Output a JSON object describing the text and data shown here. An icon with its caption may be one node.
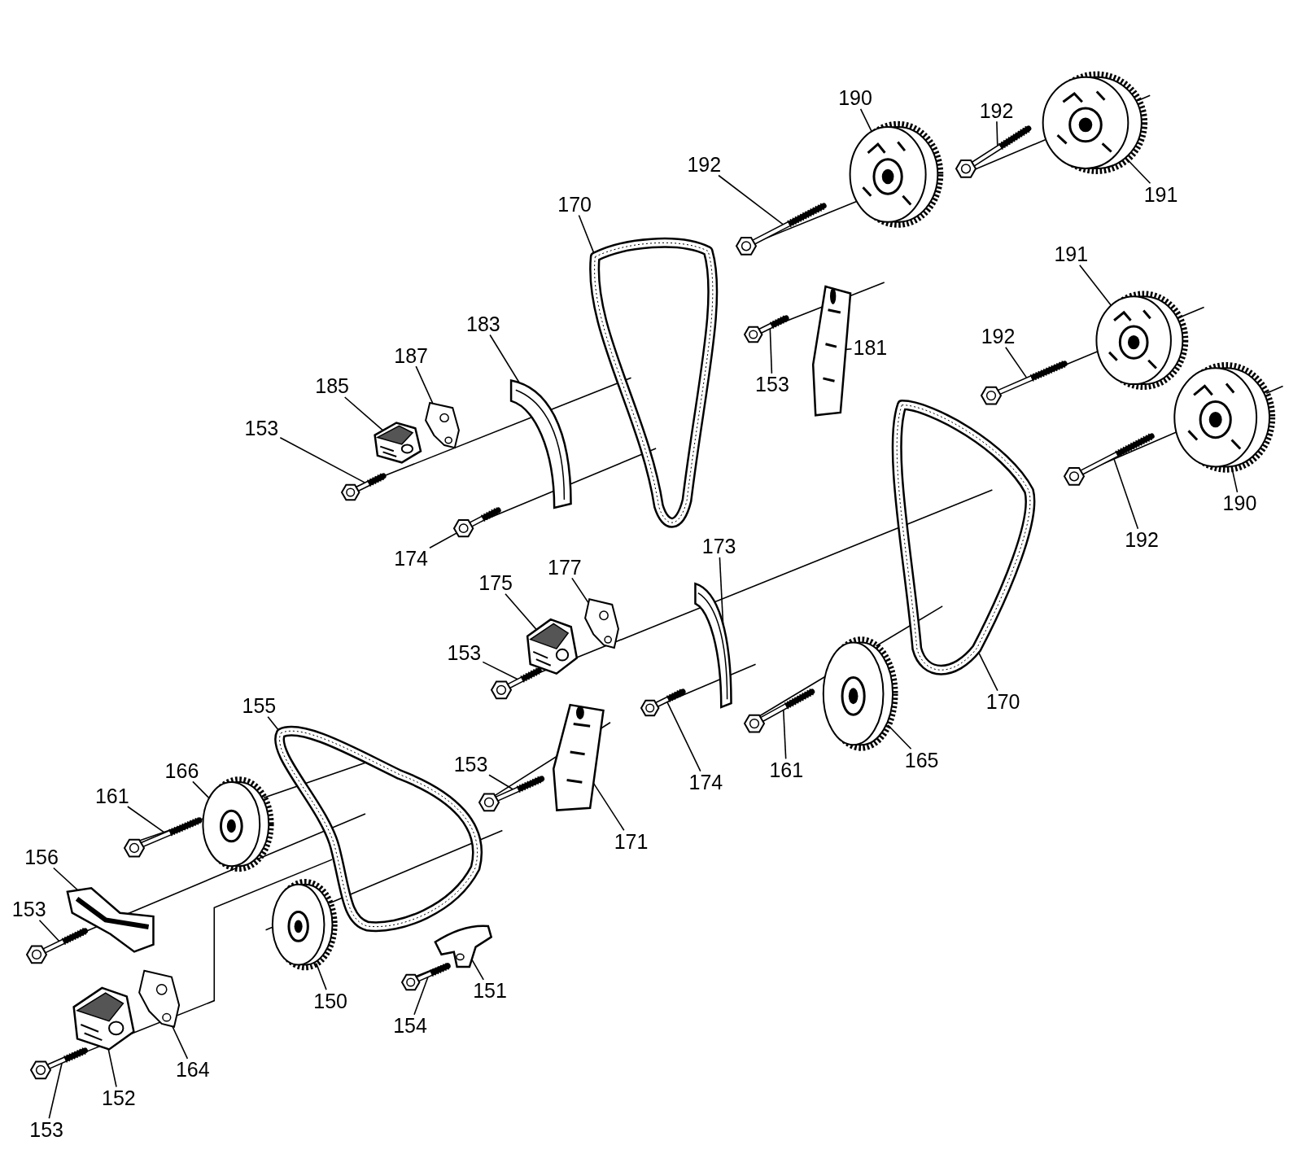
{
  "diagram": {
    "nodes": [
      {
        "text": [
          "190"
        ]
      },
      {
        "text": [
          "192"
        ]
      },
      {
        "text": [
          "192"
        ]
      },
      {
        "text": [
          "191"
        ]
      },
      {
        "text": [
          "170"
        ]
      },
      {
        "text": [
          "191"
        ]
      },
      {
        "text": [
          "183"
        ]
      },
      {
        "text": [
          "153"
        ]
      },
      {
        "text": [
          "181"
        ]
      },
      {
        "text": [
          "187"
        ]
      },
      {
        "text": [
          "192"
        ]
      },
      {
        "text": [
          "185"
        ]
      },
      {
        "text": [
          "153"
        ]
      },
      {
        "text": [
          "174"
        ]
      },
      {
        "text": [
          "190"
        ]
      },
      {
        "text": [
          "192"
        ]
      },
      {
        "text": [
          "173"
        ]
      },
      {
        "text": [
          "177"
        ]
      },
      {
        "text": [
          "175"
        ]
      },
      {
        "text": [
          "153"
        ]
      },
      {
        "text": [
          "170"
        ]
      },
      {
        "text": [
          "155"
        ]
      },
      {
        "text": [
          "174"
        ]
      },
      {
        "text": [
          "161"
        ]
      },
      {
        "text": [
          "165"
        ]
      },
      {
        "text": [
          "153"
        ]
      },
      {
        "text": [
          "166"
        ]
      },
      {
        "text": [
          "161"
        ]
      },
      {
        "text": [
          "171"
        ]
      },
      {
        "text": [
          "156"
        ]
      },
      {
        "text": [
          "153"
        ]
      },
      {
        "text": [
          "150"
        ]
      },
      {
        "text": [
          "151"
        ]
      },
      {
        "text": [
          "154"
        ]
      },
      {
        "text": [
          "164"
        ]
      },
      {
        "text": [
          "152"
        ]
      },
      {
        "text": [
          "153"
        ]
      },
      {
        "text": [],
        "shape": "picture"
      },
      {
        "text": [],
        "shape": "picture"
      },
      {
        "text": [],
        "shape": "picture"
      },
      {
        "text": [],
        "shape": "picture"
      },
      {
        "text": [],
        "shape": "picture"
      },
      {
        "text": [],
        "shape": "picture"
      },
      {
        "text": [],
        "shape": "picture"
      },
      {
        "text": [],
        "shape": "picture"
      },
      {
        "text": [],
        "shape": "picture"
      },
      {
        "text": [],
        "shape": "picture"
      },
      {
        "text": [],
        "shape": "picture"
      },
      {
        "text": [],
        "shape": "picture"
      },
      {
        "text": [],
        "shape": "picture"
      },
      {
        "text": [],
        "shape": "picture"
      },
      {
        "text": [],
        "shape": "picture"
      },
      {
        "text": [],
        "shape": "picture"
      },
      {
        "text": [],
        "shape": "picture"
      },
      {
        "text": [],
        "shape": "picture"
      },
      {
        "text": [],
        "shape": "picture"
      },
      {
        "text": [],
        "shape": "picture"
      },
      {
        "text": [],
        "shape": "picture"
      },
      {
        "text": [],
        "shape": "picture"
      },
      {
        "text": [],
        "shape": "picture"
      },
      {
        "text": [],
        "shape": "picture"
      },
      {
        "text": [],
        "shape": "picture"
      },
      {
        "text": [],
        "shape": "picture"
      },
      {
        "text": [],
        "shape": "picture"
      },
      {
        "text": [],
        "shape": "picture"
      },
      {
        "text": [],
        "shape": "picture"
      },
      {
        "text": [],
        "shape": "picture"
      },
      {
        "text": [],
        "shape": "picture"
      },
      {
        "text": [],
        "shape": "picture"
      },
      {
        "text": [],
        "shape": "picture"
      },
      {
        "text": [],
        "shape": "picture"
      },
      {
        "text": [],
        "shape": "picture"
      },
      {
        "text": [],
        "shape": "picture"
      },
      {
        "text": [],
        "shape": "picture"
      }
    ],
    "edges": [
      {
        "from": 0,
        "to": 37,
        "arrow": "none"
      },
      {
        "from": 1,
        "to": 38,
        "arrow": "none"
      },
      {
        "from": 2,
        "to": 39,
        "arrow": "none"
      },
      {
        "from": 3,
        "to": 40,
        "arrow": "none"
      },
      {
        "from": 4,
        "to": 41,
        "arrow": "none"
      },
      {
        "from": 5,
        "to": 42,
        "arrow": "none"
      },
      {
        "from": 6,
        "to": 43,
        "arrow": "none"
      },
      {
        "from": 7,
        "to": 44,
        "arrow": "none"
      },
      {
        "from": 8,
        "to": 45,
        "arrow": "none"
      },
      {
        "from": 9,
        "to": 46,
        "arrow": "none"
      },
      {
        "from": 10,
        "to": 47,
        "arrow": "none"
      },
      {
        "from": 11,
        "to": 48,
        "arrow": "none"
      },
      {
        "from": 12,
        "to": 49,
        "arrow": "none"
      },
      {
        "from": 13,
        "to": 50,
        "arrow": "none"
      },
      {
        "from": 14,
        "to": 51,
        "arrow": "none"
      },
      {
        "from": 15,
        "to": 52,
        "arrow": "none"
      },
      {
        "from": 16,
        "to": 53,
        "arrow": "none"
      },
      {
        "from": 17,
        "to": 54,
        "arrow": "none"
      },
      {
        "from": 18,
        "to": 55,
        "arrow": "none"
      },
      {
        "from": 19,
        "to": 56,
        "arrow": "none"
      },
      {
        "from": 20,
        "to": 57,
        "arrow": "none"
      },
      {
        "from": 21,
        "to": 58,
        "arrow": "none"
      },
      {
        "from": 22,
        "to": 59,
        "arrow": "none"
      },
      {
        "from": 23,
        "to": 60,
        "arrow": "none"
      },
      {
        "from": 24,
        "to": 61,
        "arrow": "none"
      },
      {
        "from": 25,
        "to": 62,
        "arrow": "none"
      },
      {
        "from": 26,
        "to": 63,
        "arrow": "none"
      },
      {
        "from": 27,
        "to": 64,
        "arrow": "none"
      },
      {
        "from": 28,
        "to": 65,
        "arrow": "none"
      },
      {
        "from": 29,
        "to": 66,
        "arrow": "none"
      },
      {
        "from": 30,
        "to": 67,
        "arrow": "none"
      },
      {
        "from": 31,
        "to": 68,
        "arrow": "none"
      },
      {
        "from": 32,
        "to": 69,
        "arrow": "none"
      },
      {
        "from": 33,
        "to": 70,
        "arrow": "none"
      },
      {
        "from": 34,
        "to": 71,
        "arrow": "none"
      },
      {
        "from": 35,
        "to": 72,
        "arrow": "none"
      },
      {
        "from": 36,
        "to": 73,
        "arrow": "none"
      }
    ]
  }
}
